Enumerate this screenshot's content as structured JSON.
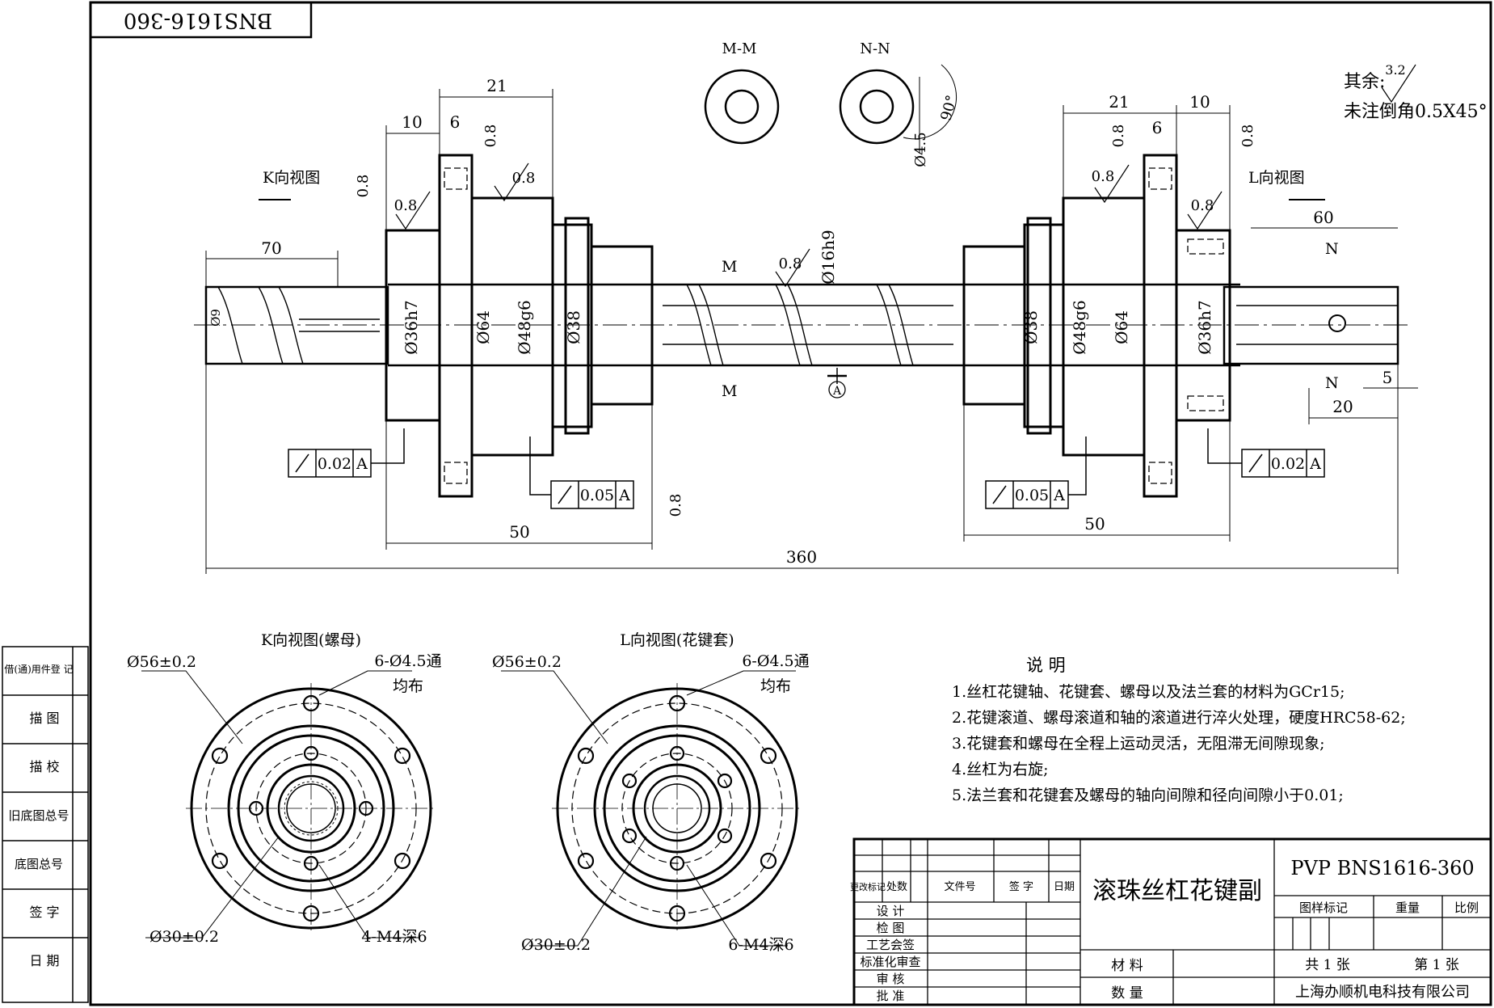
{
  "colors": {
    "ink": "#000000",
    "paper": "#ffffff"
  },
  "drawing_number_mirror": "BNS1616-360",
  "sections": {
    "m": "M-M",
    "n": "N-N",
    "m_mark": "M",
    "n_mark": "N",
    "datum": "A",
    "hole": "Ø4.5",
    "angle": "90°"
  },
  "views": {
    "k_arrow": "K向视图",
    "l_arrow": "L向视图",
    "k_view": "K向视图(螺母)",
    "l_view": "L向视图(花键套)"
  },
  "roughness": {
    "general": "其余:",
    "general_value": "3.2",
    "chamfer": "未注倒角0.5X45°",
    "fine": "0.8"
  },
  "dims": {
    "d21": "21",
    "d10": "10",
    "d6": "6",
    "d70": "70",
    "d60": "60",
    "d50": "50",
    "d360": "360",
    "d20": "20",
    "d5": "5",
    "dia9": "Ø9",
    "dia36h7": "Ø36h7",
    "dia64": "Ø64",
    "dia48g6": "Ø48g6",
    "dia38": "Ø38",
    "dia16h9": "Ø16h9",
    "pcd56": "Ø56±0.2",
    "pcd30": "Ø30±0.2",
    "holes6": "6-Ø4.5通",
    "even": "均布",
    "m4x4": "4-M4深6",
    "m4x6": "6-M4深6"
  },
  "tolerances": {
    "runout1": "0.02",
    "runout2": "0.05",
    "datum": "A"
  },
  "notes": {
    "heading": "说  明",
    "items": [
      "1.丝杠花键轴、花键套、螺母以及法兰套的材料为GCr15;",
      "2.花键滚道、螺母滚道和轴的滚道进行淬火处理，硬度HRC58-62;",
      "3.花键套和螺母在全程上运动灵活，无阻滞无间隙现象;",
      "4.丝杠为右旋;",
      "5.法兰套和花键套及螺母的轴向间隙和径向间隙小于0.01;"
    ]
  },
  "left_panel": [
    "借(通)用件登 记",
    "描  图",
    "描  校",
    "旧底图总号",
    "底图总号",
    "签  字",
    "日  期"
  ],
  "title_block": {
    "change_mark": "更改标记",
    "count": "处数",
    "doc_no": "文件号",
    "sign": "签 字",
    "date": "日期",
    "roles": [
      "设  计",
      "检  图",
      "工艺会签",
      "标准化审查",
      "审  核",
      "批  准"
    ],
    "part_name": "滚珠丝杠花键副",
    "material": "材  料",
    "quantity": "数  量",
    "part_no": "PVP BNS1616-360",
    "sample_mark": "图样标记",
    "weight": "重量",
    "scale": "比例",
    "total_pages": "共 1 张",
    "page": "第 1 张",
    "company": "上海办顺机电科技有限公司"
  }
}
